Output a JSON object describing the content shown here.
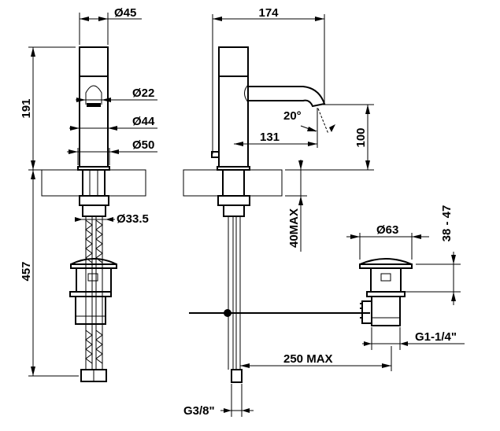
{
  "drawing": {
    "dimensions": {
      "top_diameter": "Ø45",
      "overall_depth": "174",
      "aerator_diameter": "Ø22",
      "body_diameter": "Ø44",
      "base_diameter": "Ø50",
      "height_above_counter": "191",
      "spout_angle": "20°",
      "spout_reach": "131",
      "spout_height": "100",
      "max_counter_thickness": "40MAX",
      "shank_diameter": "Ø33.5",
      "total_height_below": "457",
      "waste_diameter": "Ø63",
      "waste_height": "38 - 47",
      "waste_thread": "G1-1/4\"",
      "rod_length": "250 MAX",
      "hose_thread": "G3/8\""
    }
  }
}
